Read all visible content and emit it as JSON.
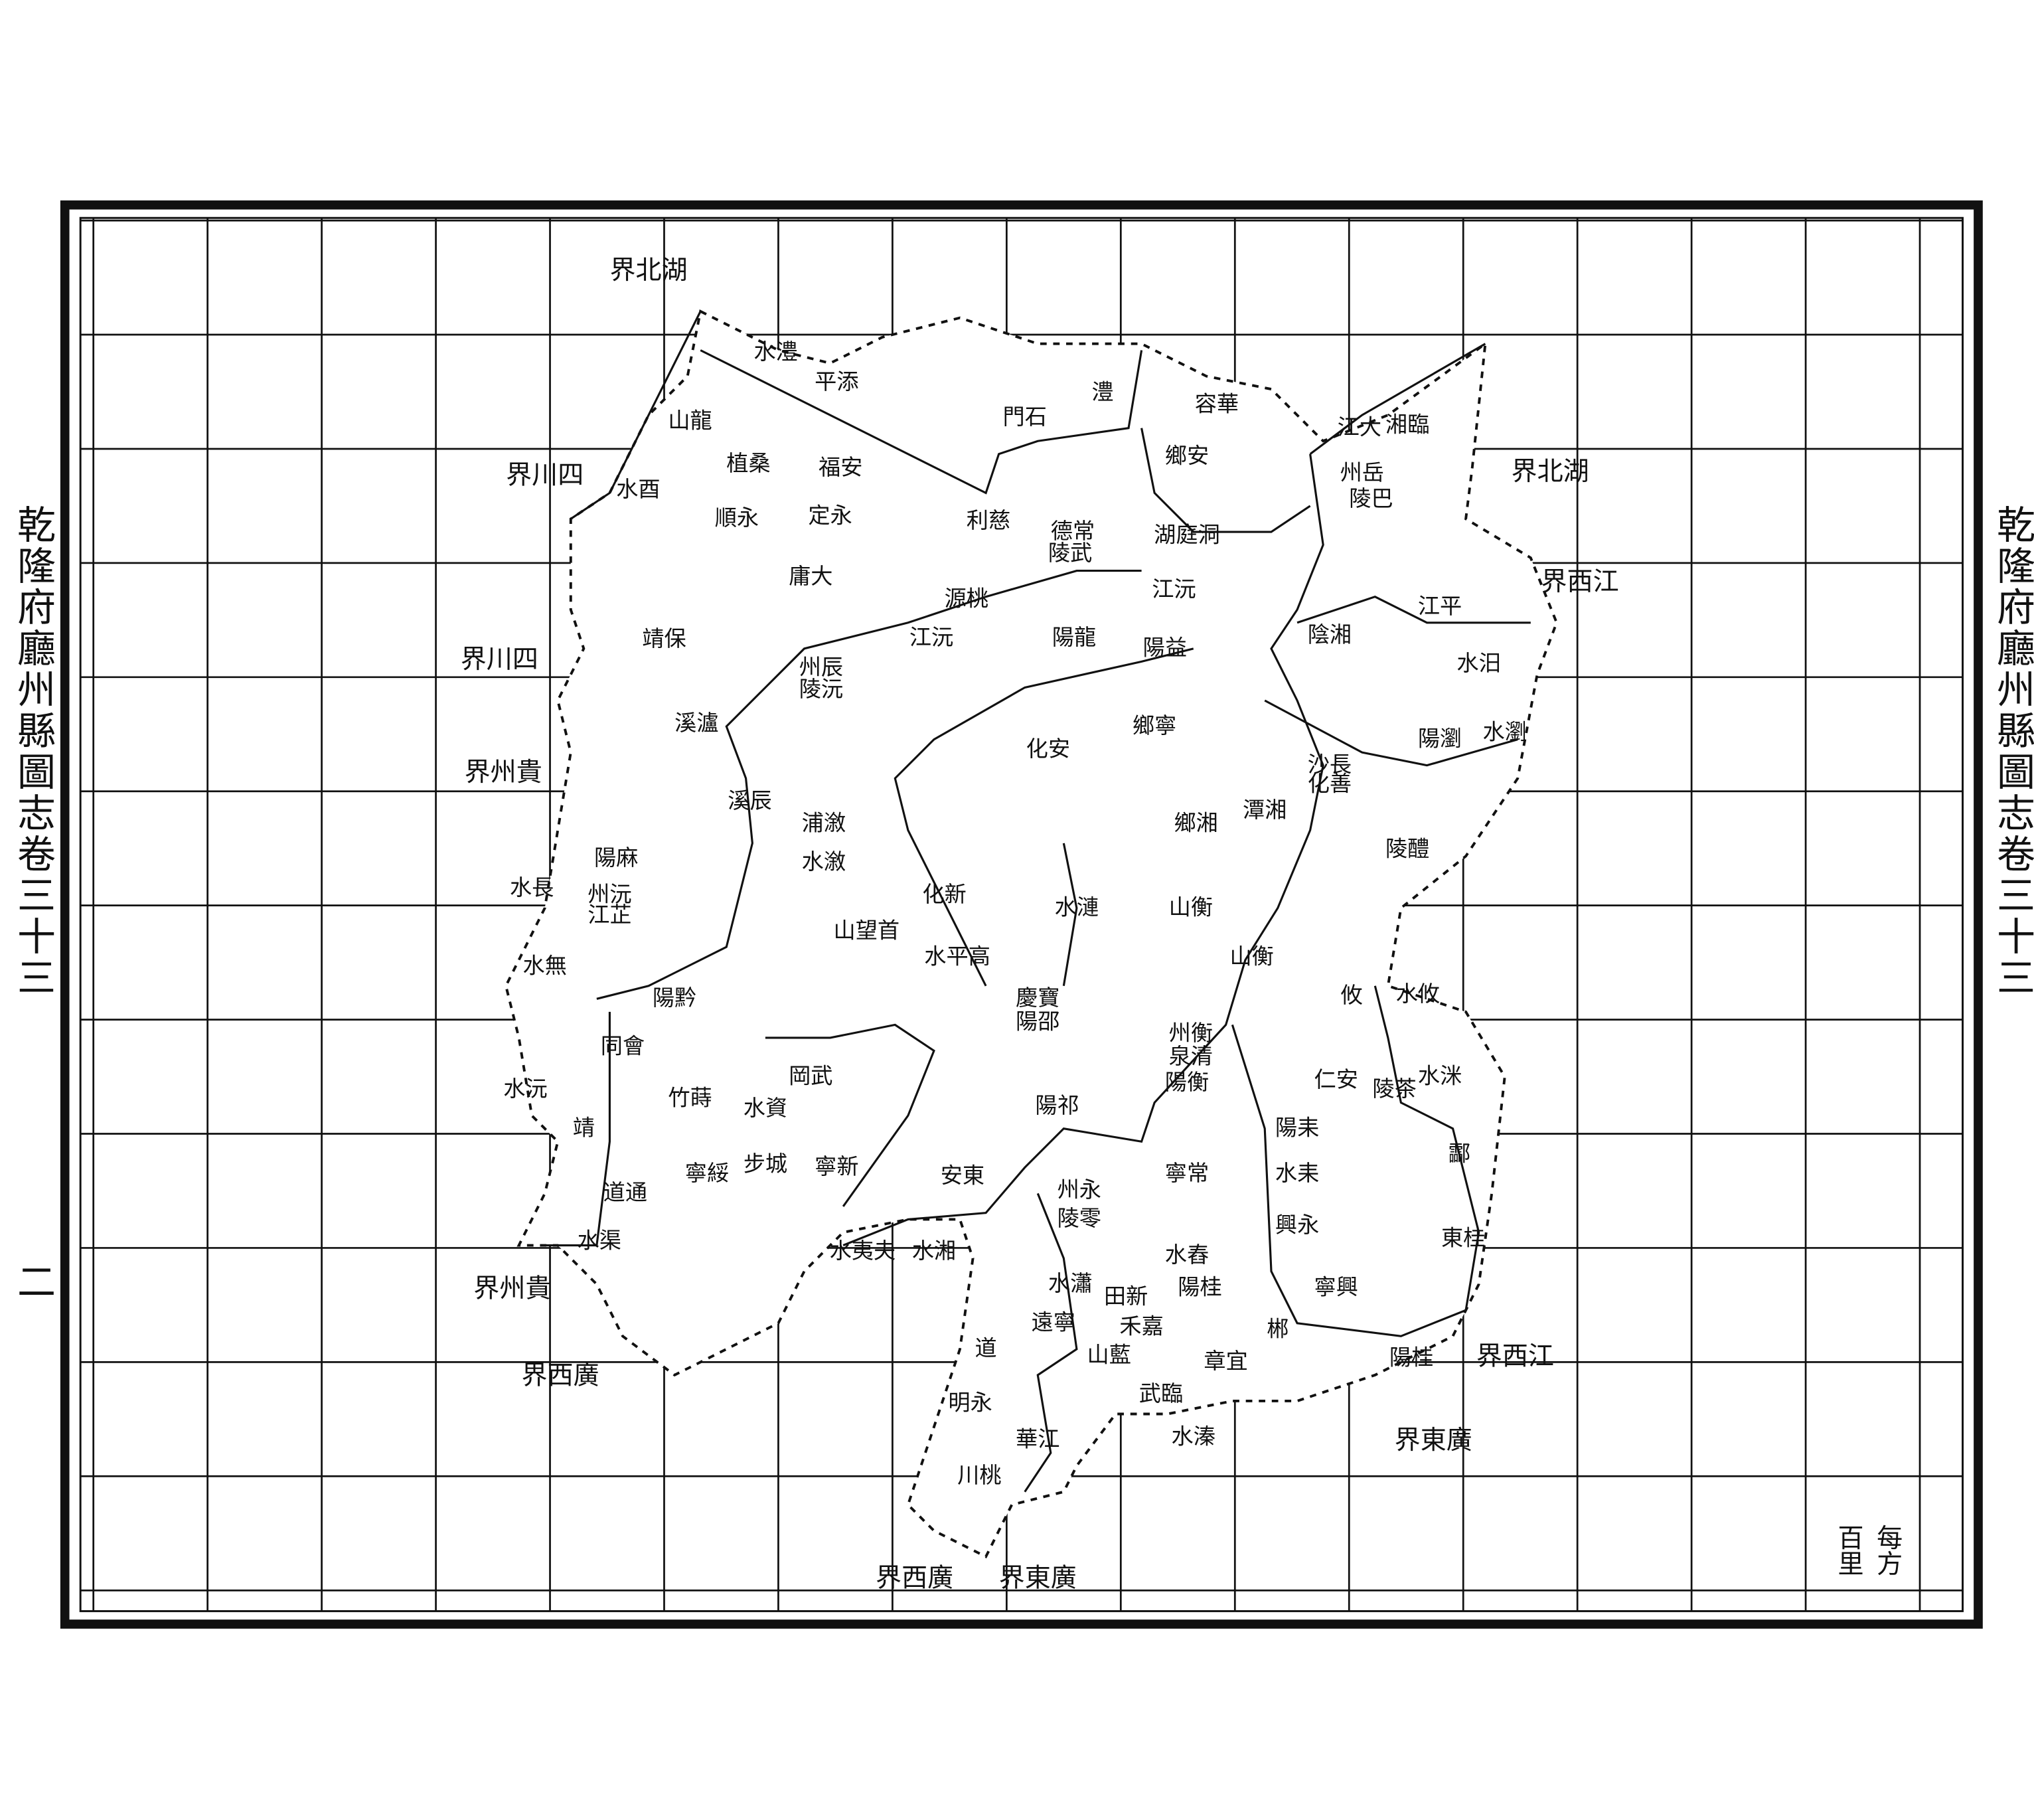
{
  "title_left": "乾隆府廳州縣圖志卷三十三",
  "title_right": "乾隆府廳州縣圖志卷三十三",
  "page_number": "二",
  "scale_note": {
    "line1": "每方",
    "line2": "百里"
  },
  "colors": {
    "ink": "#111111",
    "paper": "#ffffff"
  },
  "labels": [
    "湖北界",
    "澧水",
    "添平",
    "龍山",
    "石門",
    "澧",
    "華容",
    "臨湘",
    "大江",
    "四川界",
    "酉水",
    "桑植",
    "安福",
    "永定",
    "慈利",
    "安鄉",
    "岳州",
    "巴陵",
    "湖北界",
    "洞庭湖",
    "常德",
    "武陵",
    "永順",
    "大庸",
    "沅江",
    "桃源",
    "沅江",
    "龍陽",
    "益陽",
    "湘陰",
    "平江",
    "江西界",
    "保靖",
    "四川界",
    "汨水",
    "辰州",
    "沅陵",
    "瀘溪",
    "安化",
    "寧鄉",
    "瀏陽",
    "瀏水",
    "貴州界",
    "長沙",
    "善化",
    "湘潭",
    "湘鄉",
    "醴陵",
    "辰溪",
    "漵浦",
    "漵水",
    "麻陽",
    "長水",
    "沅州",
    "芷江",
    "新化",
    "漣水",
    "衡山",
    "首望山",
    "高平水",
    "衡山",
    "無水",
    "黔陽",
    "寶慶",
    "邵陽",
    "攸水",
    "攸",
    "衡州",
    "清泉",
    "衡陽",
    "會同",
    "沅水",
    "武岡",
    "安仁",
    "茶陵",
    "洣水",
    "蒔竹",
    "資水",
    "祁陽",
    "耒陽",
    "靖",
    "綏寧",
    "城步",
    "新寧",
    "東安",
    "常寧",
    "永州",
    "零陵",
    "耒水",
    "酃",
    "桂東",
    "通道",
    "渠水",
    "夫夷水",
    "湘水",
    "永興",
    "舂水",
    "桂陽",
    "瀟水",
    "貴州界",
    "興寧",
    "新田",
    "寧遠",
    "嘉禾",
    "郴",
    "桂陽",
    "江西界",
    "道",
    "廣西界",
    "藍山",
    "宜章",
    "臨武",
    "永明",
    "江華",
    "溱水",
    "廣東界",
    "桃川",
    "廣西界",
    "廣東界"
  ]
}
